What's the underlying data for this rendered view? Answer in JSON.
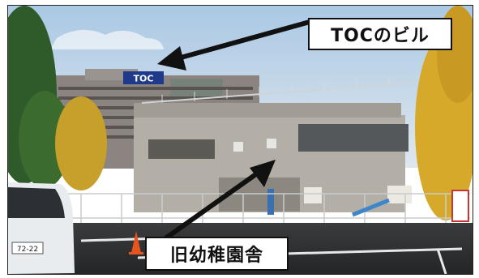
{
  "annotations": {
    "toc_building": "TOCのビル",
    "old_kindergarten": "旧幼稚園舎"
  },
  "signs": {
    "rooftop_sign": "TOC",
    "car_plate": "72-22"
  },
  "colors": {
    "sky": "#c9dcec",
    "building_wall": "#b7b3aa",
    "tree_green": "#2f5a2a",
    "ginkgo_yellow": "#d7a92a",
    "asphalt": "#2b2d2e",
    "arrow": "#111111",
    "cone": "#e8541f"
  }
}
